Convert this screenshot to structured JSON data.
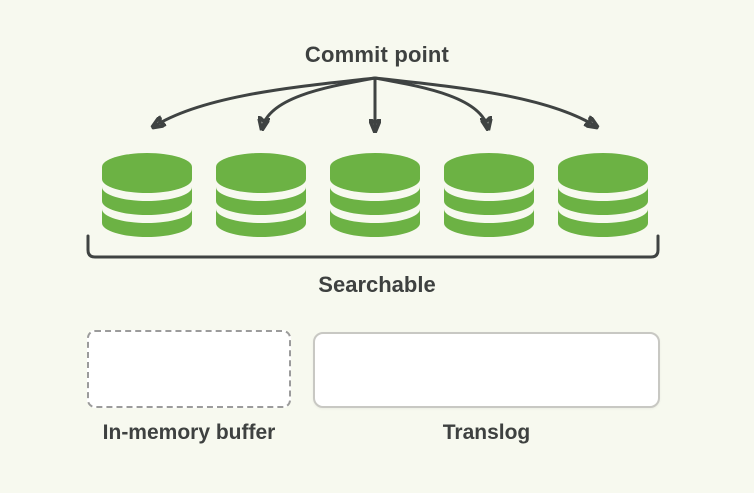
{
  "title": "Commit point",
  "segments": {
    "count": 5,
    "icon": "database-icon",
    "group_label": "Searchable"
  },
  "buffer_box": {
    "label": "In-memory buffer"
  },
  "translog_box": {
    "label": "Translog"
  },
  "colors": {
    "background": "#F7F9EF",
    "segment_green": "#6CB244",
    "line_dark": "#3F4342",
    "text_dark": "#3E4140",
    "dashed_border": "#9B9B9B",
    "solid_border": "#C8C8C3",
    "box_fill": "#FFFFFF"
  }
}
